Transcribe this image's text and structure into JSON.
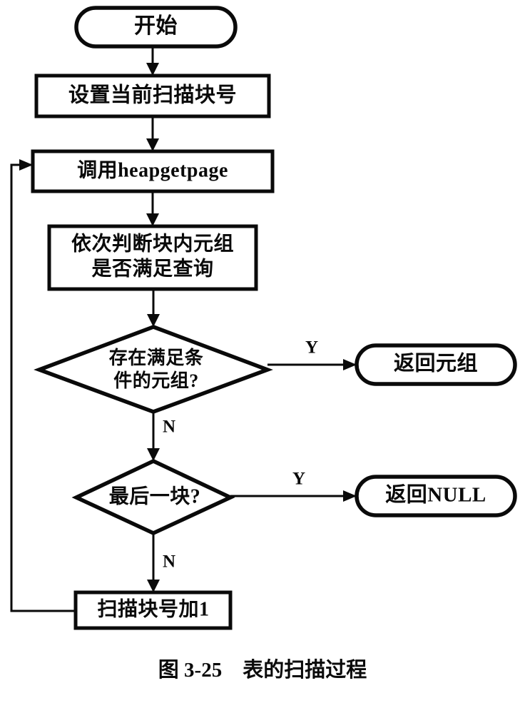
{
  "figure": {
    "caption": "图 3-25　表的扫描过程",
    "caption_number": "3-25",
    "caption_title": "表的扫描过程",
    "background_color": "#ffffff",
    "line_color": "#0a0a0a"
  },
  "chart_data": {
    "type": "diagram",
    "diagram_kind": "flowchart",
    "title": "表的扫描过程",
    "nodes": [
      {
        "id": "start",
        "shape": "terminator",
        "label": "开始"
      },
      {
        "id": "setblock",
        "shape": "process",
        "label": "设置当前扫描块号"
      },
      {
        "id": "heapgetpage",
        "shape": "process",
        "label": "调用heapgetpage"
      },
      {
        "id": "checktuple",
        "shape": "process",
        "label_line1": "依次判断块内元组",
        "label_line2": "是否满足查询"
      },
      {
        "id": "cond1",
        "shape": "decision",
        "label_line1": "存在满足条",
        "label_line2": "件的元组?"
      },
      {
        "id": "ret_tuple",
        "shape": "terminator",
        "label": "返回元组"
      },
      {
        "id": "cond2",
        "shape": "decision",
        "label": "最后一块?"
      },
      {
        "id": "ret_null",
        "shape": "terminator",
        "label": "返回NULL"
      },
      {
        "id": "incblock",
        "shape": "process",
        "label": "扫描块号加1"
      }
    ],
    "edges": [
      {
        "from": "start",
        "to": "setblock",
        "label": ""
      },
      {
        "from": "setblock",
        "to": "heapgetpage",
        "label": ""
      },
      {
        "from": "heapgetpage",
        "to": "checktuple",
        "label": ""
      },
      {
        "from": "checktuple",
        "to": "cond1",
        "label": ""
      },
      {
        "from": "cond1",
        "to": "ret_tuple",
        "label": "Y"
      },
      {
        "from": "cond1",
        "to": "cond2",
        "label": "N"
      },
      {
        "from": "cond2",
        "to": "ret_null",
        "label": "Y"
      },
      {
        "from": "cond2",
        "to": "incblock",
        "label": "N"
      },
      {
        "from": "incblock",
        "to": "heapgetpage",
        "label": ""
      }
    ]
  },
  "labels": {
    "yes_1": "Y",
    "yes_2": "Y",
    "no_1": "N",
    "no_2": "N"
  }
}
